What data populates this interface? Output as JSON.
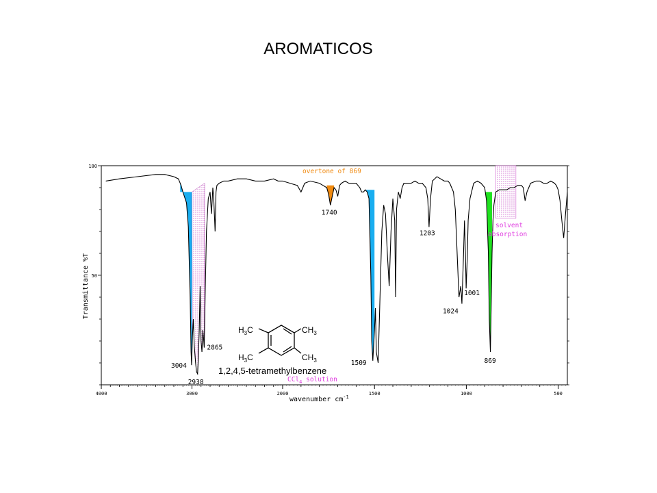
{
  "page_title": "AROMATICOS",
  "colors": {
    "trace": "#000000",
    "ch_aromatic_fill": "#19aef0",
    "ring_1509_fill": "#19aef0",
    "overtone": "#f08a10",
    "oop_869_fill": "#1fe21f",
    "solvent": "#e040e0"
  },
  "chart_data": {
    "type": "line",
    "title": "",
    "xlabel": "wavenumber cm",
    "xlabel_superscript": "-1",
    "ylabel": "Transmittance %T",
    "xlim": [
      4000,
      450
    ],
    "ylim": [
      0,
      100
    ],
    "x_scale": "piecewise: 4000-2000 compressed, 2000-450 expanded",
    "x_ticks": [
      "4000",
      "3000",
      "2000",
      "1500",
      "1000",
      "500"
    ],
    "y_ticks": [
      "100",
      "50"
    ],
    "grid": false,
    "compound": "1,2,4,5-tetramethylbenzene",
    "solution_label": "CCl",
    "solution_subscript": "4",
    "solution_suffix": " solution",
    "structure_labels": {
      "tl_h": "H",
      "tl_sub": "3",
      "tl_c": "C",
      "tr_c": "CH",
      "tr_sub": "3",
      "bl_h": "H",
      "bl_sub": "3",
      "bl_c": "C",
      "br_c": "CH",
      "br_sub": "3"
    },
    "annotations": {
      "overtone": "overtone of 869",
      "solvent_line1": "solvent",
      "solvent_line2": "absorption"
    },
    "peak_labels": [
      {
        "label": "3004",
        "x": 3004,
        "y": 9
      },
      {
        "label": "2938",
        "x": 2938,
        "y": 5
      },
      {
        "label": "2865",
        "x": 2865,
        "y": 17
      },
      {
        "label": "1740",
        "x": 1740,
        "y": 82
      },
      {
        "label": "1509",
        "x": 1509,
        "y": 11
      },
      {
        "label": "1203",
        "x": 1203,
        "y": 72
      },
      {
        "label": "1024",
        "x": 1024,
        "y": 37
      },
      {
        "label": "1001",
        "x": 1001,
        "y": 44
      },
      {
        "label": "869",
        "x": 869,
        "y": 15
      }
    ],
    "series": [
      {
        "x": [
          3950,
          3800,
          3600,
          3400,
          3300,
          3200,
          3150,
          3120,
          3100,
          3060,
          3040,
          3020,
          3010,
          3004,
          2995,
          2985,
          2975,
          2960,
          2950,
          2938,
          2930,
          2920,
          2910,
          2900,
          2890,
          2880,
          2870,
          2865,
          2855,
          2840,
          2820,
          2800,
          2785,
          2770,
          2760,
          2745,
          2735,
          2725,
          2700,
          2650,
          2600,
          2500,
          2400,
          2300,
          2200,
          2100,
          2050,
          2000,
          1960,
          1920,
          1900,
          1880,
          1850,
          1800,
          1780,
          1760,
          1750,
          1740,
          1730,
          1720,
          1710,
          1700,
          1690,
          1680,
          1660,
          1640,
          1620,
          1600,
          1590,
          1580,
          1570,
          1560,
          1550,
          1540,
          1530,
          1520,
          1515,
          1509,
          1500,
          1495,
          1490,
          1480,
          1470,
          1460,
          1450,
          1440,
          1430,
          1420,
          1410,
          1400,
          1390,
          1385,
          1380,
          1370,
          1360,
          1350,
          1340,
          1300,
          1280,
          1260,
          1240,
          1220,
          1210,
          1203,
          1195,
          1185,
          1160,
          1140,
          1120,
          1100,
          1090,
          1080,
          1070,
          1060,
          1050,
          1040,
          1030,
          1024,
          1015,
          1010,
          1005,
          1001,
          995,
          990,
          980,
          960,
          940,
          920,
          900,
          890,
          880,
          875,
          869,
          865,
          860,
          855,
          850,
          840,
          820,
          800,
          780,
          760,
          740,
          720,
          700,
          690,
          680,
          670,
          650,
          620,
          600,
          580,
          560,
          540,
          520,
          510,
          500,
          490,
          480,
          470,
          460,
          450
        ],
        "y": [
          93,
          94,
          95,
          96,
          96,
          95,
          94,
          91,
          88,
          83,
          72,
          40,
          15,
          9,
          22,
          30,
          18,
          10,
          6,
          5,
          12,
          25,
          45,
          20,
          15,
          25,
          20,
          17,
          40,
          70,
          85,
          88,
          78,
          90,
          85,
          70,
          88,
          91,
          92,
          93,
          93,
          94,
          94,
          93,
          93,
          94,
          93,
          93,
          92,
          91,
          88,
          92,
          93,
          92,
          91,
          90,
          87,
          82,
          86,
          90,
          89,
          86,
          91,
          92,
          93,
          92,
          92,
          92,
          91,
          90,
          88,
          88,
          89,
          88,
          85,
          50,
          20,
          11,
          25,
          35,
          15,
          10,
          40,
          70,
          82,
          78,
          60,
          45,
          70,
          85,
          75,
          40,
          80,
          88,
          85,
          90,
          92,
          92,
          93,
          92,
          92,
          90,
          85,
          72,
          85,
          93,
          95,
          94,
          93,
          93,
          92,
          90,
          88,
          80,
          60,
          40,
          45,
          37,
          60,
          75,
          60,
          44,
          58,
          75,
          85,
          92,
          93,
          92,
          90,
          84,
          60,
          30,
          15,
          35,
          60,
          75,
          82,
          88,
          89,
          89,
          89,
          90,
          90,
          91,
          91,
          90,
          84,
          88,
          92,
          93,
          93,
          92,
          92,
          93,
          92,
          91,
          89,
          84,
          75,
          67,
          78,
          88
        ]
      }
    ]
  }
}
